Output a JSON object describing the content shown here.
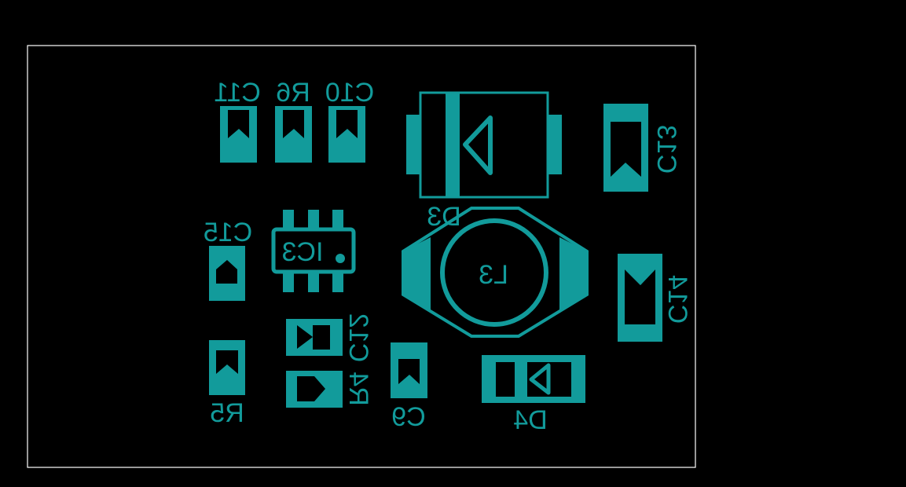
{
  "colors": {
    "background": "#000000",
    "copper": "#129b9b",
    "outline": "#ffffff"
  },
  "labels": {
    "C11": "C11",
    "R6": "R6",
    "C10": "C10",
    "D3": "D3",
    "C13": "C13",
    "C15": "C15",
    "IC3": "IC3",
    "L3": "L3",
    "C14": "C14",
    "C12": "C12",
    "R4": "R4",
    "R5": "R5",
    "C9": "C9",
    "D4": "D4"
  }
}
